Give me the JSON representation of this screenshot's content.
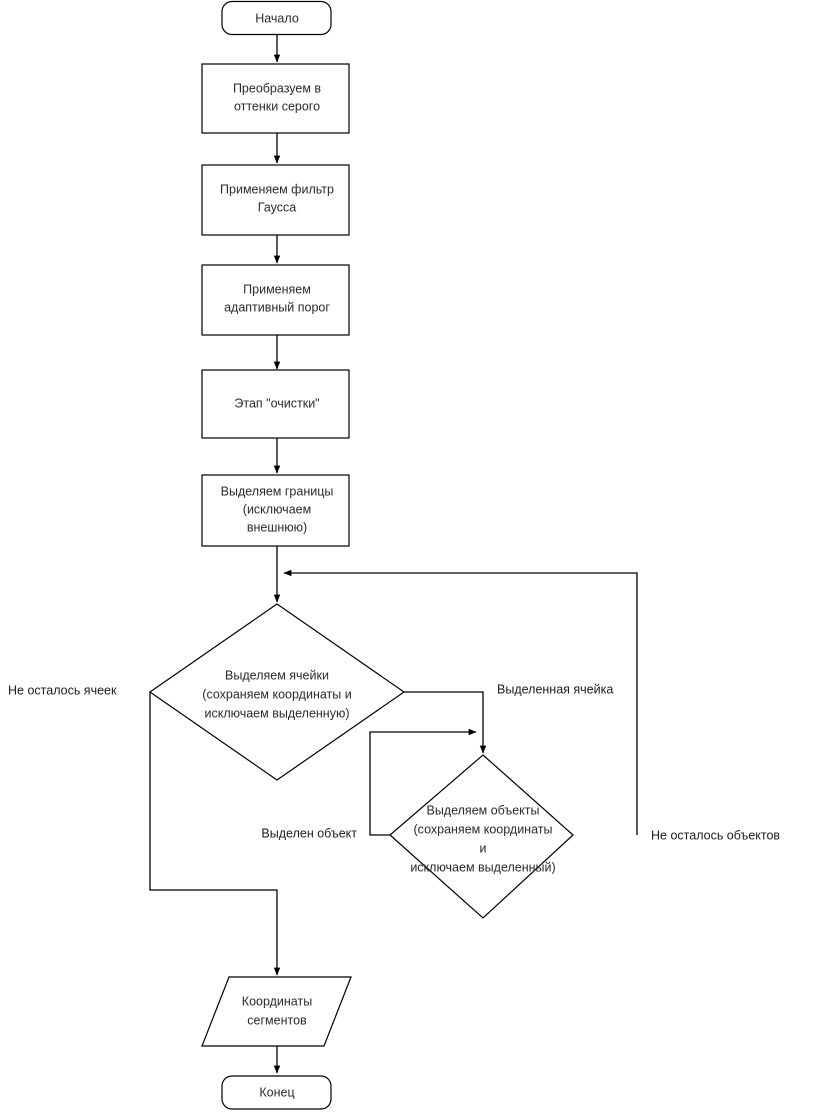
{
  "diagram": {
    "type": "flowchart",
    "language": "ru",
    "orientation": "vertical",
    "background_color": "#ffffff",
    "stroke_color": "#000000",
    "text_color": "#2b2b2b",
    "nodes": [
      {
        "id": "start",
        "shape": "rounded-rectangle",
        "label": "Начало"
      },
      {
        "id": "grayscale",
        "shape": "rectangle",
        "label_line1": "Преобразуем в",
        "label_line2": "оттенки серого"
      },
      {
        "id": "gauss",
        "shape": "rectangle",
        "label_line1": "Применяем фильтр",
        "label_line2": "Гаусса"
      },
      {
        "id": "threshold",
        "shape": "rectangle",
        "label_line1": "Применяем",
        "label_line2": "адаптивный порог"
      },
      {
        "id": "cleanup",
        "shape": "rectangle",
        "label_line1": "Этап \"очистки\""
      },
      {
        "id": "borders",
        "shape": "rectangle",
        "label_line1": "Выделяем границы",
        "label_line2": "(исключаем",
        "label_line3": "внешнюю)"
      },
      {
        "id": "cells",
        "shape": "diamond",
        "label_line1": "Выделяем ячейки",
        "label_line2": "(сохраняем координаты и",
        "label_line3": "исключаем выделенную)"
      },
      {
        "id": "objects",
        "shape": "diamond",
        "label_line1": "Выделяем объекты",
        "label_line2": "(сохраняем координаты",
        "label_line3": "и",
        "label_line4": "исключаем выделенный)"
      },
      {
        "id": "output",
        "shape": "parallelogram",
        "label_line1": "Координаты",
        "label_line2": "сегментов"
      },
      {
        "id": "end",
        "shape": "rounded-rectangle",
        "label": "Конец"
      }
    ],
    "edge_labels": [
      {
        "id": "no-cells-left",
        "text": "Не осталось ячеек",
        "from": "cells",
        "align": "left"
      },
      {
        "id": "selected-cell",
        "text": "Выделенная ячейка",
        "from": "cells",
        "align": "right"
      },
      {
        "id": "selected-object",
        "text": "Выделен объект",
        "from": "objects",
        "align": "left"
      },
      {
        "id": "no-objects-right",
        "text": "Не осталось объектов",
        "from": "objects",
        "align": "right"
      }
    ]
  }
}
